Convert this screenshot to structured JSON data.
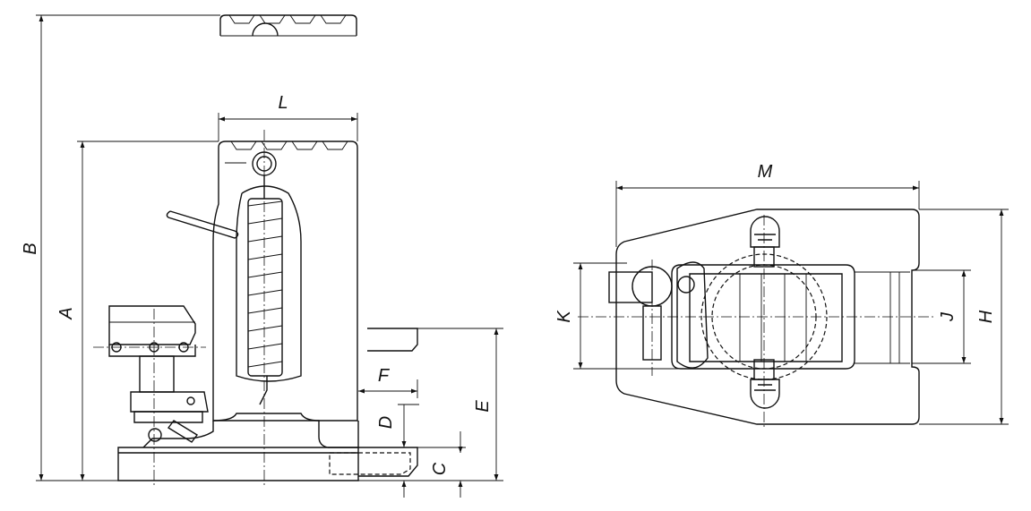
{
  "dimensions": {
    "A": "A",
    "B": "B",
    "C": "C",
    "D": "D",
    "E": "E",
    "F": "F",
    "H": "H",
    "J": "J",
    "K": "K",
    "L": "L",
    "M": "M"
  }
}
